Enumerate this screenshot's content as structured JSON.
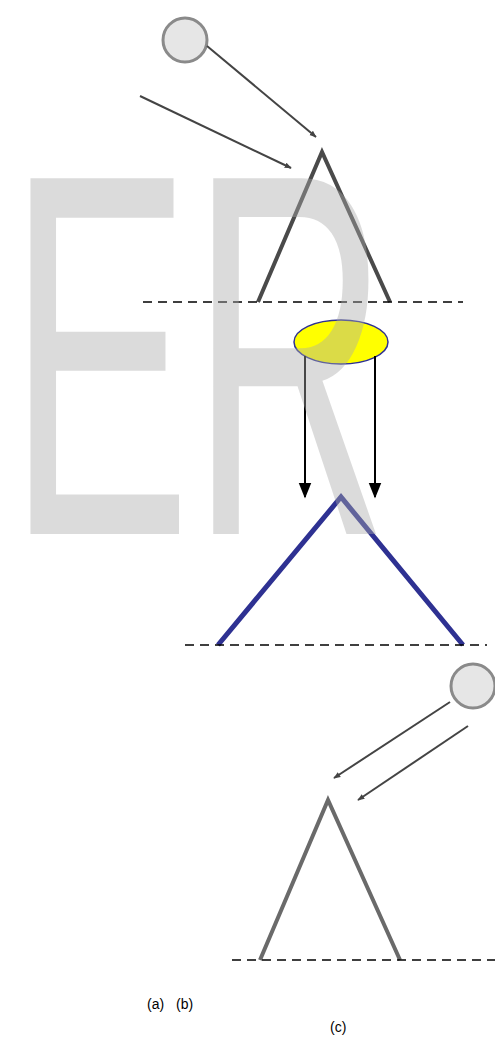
{
  "diagram": {
    "labels": [
      "ER",
      "(a)",
      "(b)",
      "(c)"
    ]
  }
}
